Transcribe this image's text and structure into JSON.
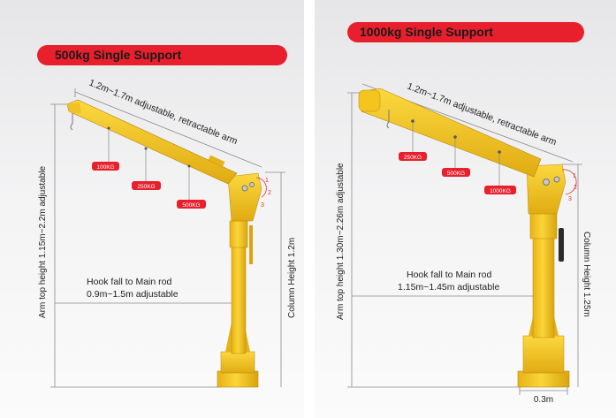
{
  "left": {
    "banner": "500kg Single Support",
    "arm_label": "1.2m~1.7m adjustable, retractable arm",
    "arm_height": "Arm top height 1.15m~2.2m adjustable",
    "column_height": "Column Height 1.2m",
    "hook_fall_line1": "Hook fall to Main rod",
    "hook_fall_line2": "0.9m~1.5m adjustable",
    "loads": [
      "100KG",
      "250KG",
      "500KG"
    ],
    "pins": [
      "1",
      "2",
      "3"
    ]
  },
  "right": {
    "banner": "1000kg Single Support",
    "arm_label": "1.2m~1.7m adjustable, retractable arm",
    "arm_height": "Arm top height 1.30m~2.26m adjustable",
    "column_height": "Column Height 1.25m",
    "hook_fall_line1": "Hook fall to Main rod",
    "hook_fall_line2": "1.15m~1.45m adjustable",
    "loads": [
      "250KG",
      "500KG",
      "1000KG"
    ],
    "pins": [
      "1",
      "2",
      "3"
    ],
    "base_width": "0.3m"
  },
  "colors": {
    "banner": "#e8202d",
    "crane_yellow": "#f4c51c",
    "crane_shadow": "#d9a40f",
    "load_tag": "#e8202d"
  }
}
